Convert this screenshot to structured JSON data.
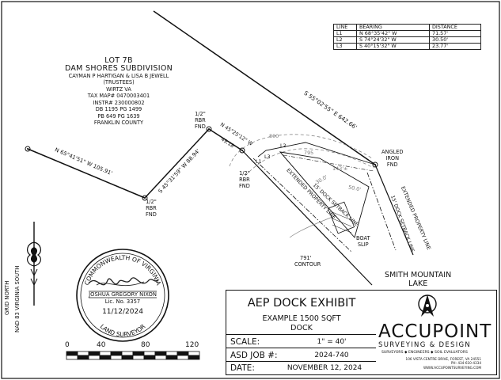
{
  "line_table": {
    "headers": [
      "LINE",
      "BEARING",
      "DISTANCE"
    ],
    "rows": [
      [
        "L1",
        "N 68°35'42\" W",
        "71.57'"
      ],
      [
        "L2",
        "S 74°24'32\" W",
        "30.50'"
      ],
      [
        "L3",
        "S 40°15'32\" W",
        "23.77'"
      ]
    ]
  },
  "lot": {
    "lines_large": [
      "LOT 7B",
      "DAM SHORES SUBDIVISION"
    ],
    "lines_small": [
      "CAYMAN P HARTIGAN & LISA B JEWELL",
      "(TRUSTEES)",
      "WIRTZ VA",
      "TAX MAP# 0470003401",
      "INSTR# 230000802",
      "DB 1195 PG 1499",
      "PB 649 PG 1639",
      "FRANKLIN COUNTY"
    ]
  },
  "bearings": {
    "north_line": "S 55°02'55\" E   642.66'",
    "mid_line": "S 45°31'59\" W   88.94'",
    "left_line": "N 65°41'51\" W   105.91'",
    "short_line_a": "N 45°25'12\" W",
    "short_line_b": "49.18'"
  },
  "monuments": {
    "rbr_top": [
      "1/2\"",
      "RBR",
      "FND"
    ],
    "rbr_right": [
      "1/2\"",
      "RBR",
      "FND"
    ],
    "rbr_bottom": [
      "1/2\"",
      "RBR",
      "FND"
    ],
    "angled_iron": [
      "ANGLED",
      "IRON",
      "FND"
    ]
  },
  "line_labels": {
    "extended_left": "EXTENDED PROPERTY LINE",
    "setback_left": "15' DOCK SETBACK LINE",
    "extended_right": "EXTENDED PROPERTY LINE",
    "setback_right": "15' DOCK SETBACK LINE",
    "l1": "L1",
    "l2": "L2",
    "l3": "L3"
  },
  "contours": {
    "c800": "800",
    "c795": "795",
    "c791": "791'",
    "c791_word": "CONTOUR"
  },
  "dock": {
    "dim_30": "30.0'",
    "dim_50": "50.0'",
    "dim_143": "143'±",
    "boat_slip": [
      "BOAT",
      "SLIP"
    ]
  },
  "lake": [
    "SMITH MOUNTAIN",
    "LAKE"
  ],
  "grid_north": {
    "line1": "GRID NORTH",
    "line2": "NAD 83 VIRGINIA SOUTH"
  },
  "seal": {
    "arc_top": "COMMONWEALTH OF VIRGINIA",
    "name": "JOSHUA GREGORY NIXON",
    "license": "Lic. No. 3357",
    "date": "11/12/2024",
    "arc_bottom": "LAND SURVEYOR"
  },
  "scale_bar": {
    "labels": [
      "0",
      "40",
      "80",
      "120"
    ]
  },
  "title_block": {
    "title": "AEP DOCK EXHIBIT",
    "subtitle1": "EXAMPLE 1500 SQFT",
    "subtitle2": "DOCK",
    "scale_label": "SCALE:",
    "scale_value": "1\" = 40'",
    "job_label": "ASD JOB #:",
    "job_value": "2024-740",
    "date_label": "DATE:",
    "date_value": "NOVEMBER 12, 2024"
  },
  "company": {
    "name": "ACCUPOINT",
    "tagline": "SURVEYING & DESIGN",
    "services": "SURVEYORS  ◆  ENGINEERS  ◆  SOIL EVALUATORS",
    "address": "106 VISTA CENTRE DRIVE, FOREST, VA 24551",
    "contact": "PH: 434-610-4334   WWW.ACCUPOINTSURVEYING.COM"
  }
}
